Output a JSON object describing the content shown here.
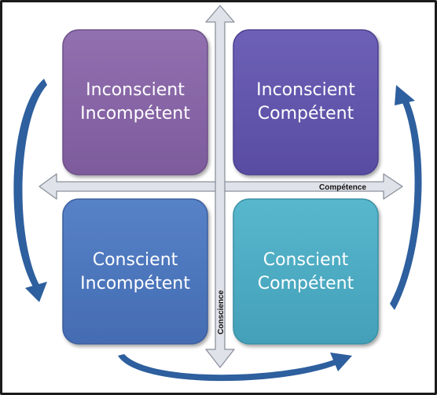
{
  "quadrants": {
    "top_left": {
      "line1": "Inconscient",
      "line2": "Incompétent",
      "color": "#8a66a8",
      "border": "#6d4f88"
    },
    "top_right": {
      "line1": "Inconscient",
      "line2": "Compétent",
      "color": "#6457ad",
      "border": "#4b4090"
    },
    "bottom_left": {
      "line1": "Conscient",
      "line2": "Incompétent",
      "color": "#4f78bf",
      "border": "#3a5d9c"
    },
    "bottom_right": {
      "line1": "Conscient",
      "line2": "Compétent",
      "color": "#4eadc4",
      "border": "#3890a6"
    }
  },
  "axes": {
    "horizontal_label": "Compétence",
    "vertical_label": "Conscience",
    "fill": "#dfe2e9",
    "stroke": "#8b919c"
  },
  "cycle_arrow_color": "#2e5f9e"
}
